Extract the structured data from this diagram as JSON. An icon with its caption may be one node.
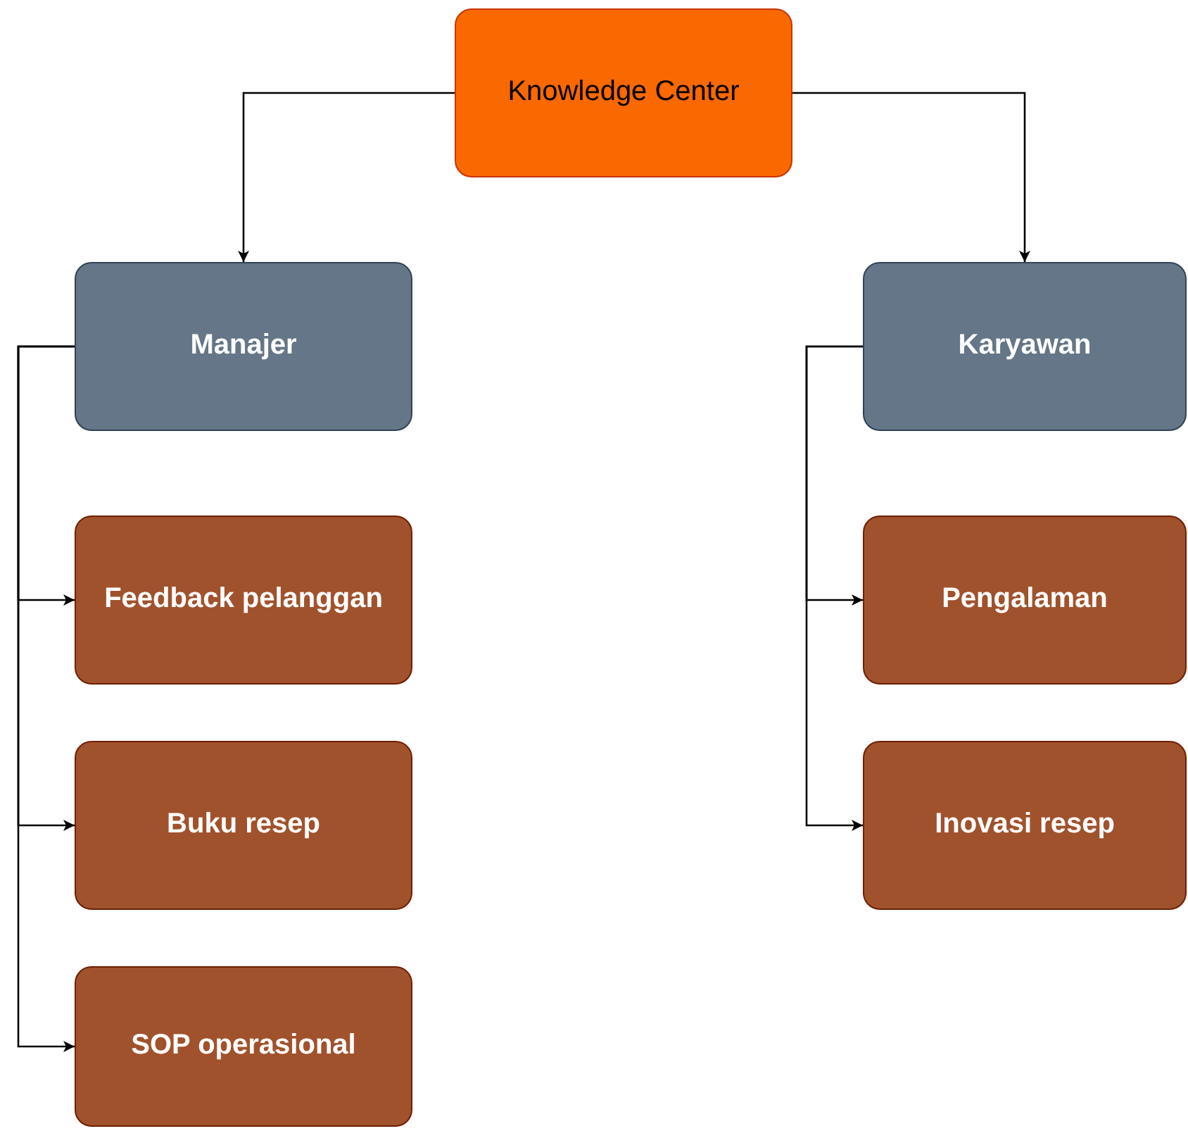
{
  "diagram": {
    "nodes": [
      {
        "text": [
          "Knowledge Center"
        ]
      },
      {
        "text": [
          "Manajer"
        ]
      },
      {
        "text": [
          "Karyawan"
        ]
      },
      {
        "text": [
          "Feedback pelanggan"
        ]
      },
      {
        "text": [
          "Buku resep"
        ]
      },
      {
        "text": [
          "SOP operasional"
        ]
      },
      {
        "text": [
          "Pengalaman"
        ]
      },
      {
        "text": [
          "Inovasi resep"
        ]
      }
    ],
    "edges": [
      {
        "from": 0,
        "to": 1,
        "arrow": "to"
      },
      {
        "from": 0,
        "to": 2,
        "arrow": "to"
      },
      {
        "from": 1,
        "to": 3,
        "arrow": "to"
      },
      {
        "from": 1,
        "to": 4,
        "arrow": "to"
      },
      {
        "from": 1,
        "to": 5,
        "arrow": "to"
      },
      {
        "from": 2,
        "to": 6,
        "arrow": "to"
      },
      {
        "from": 2,
        "to": 7,
        "arrow": "to"
      }
    ]
  }
}
